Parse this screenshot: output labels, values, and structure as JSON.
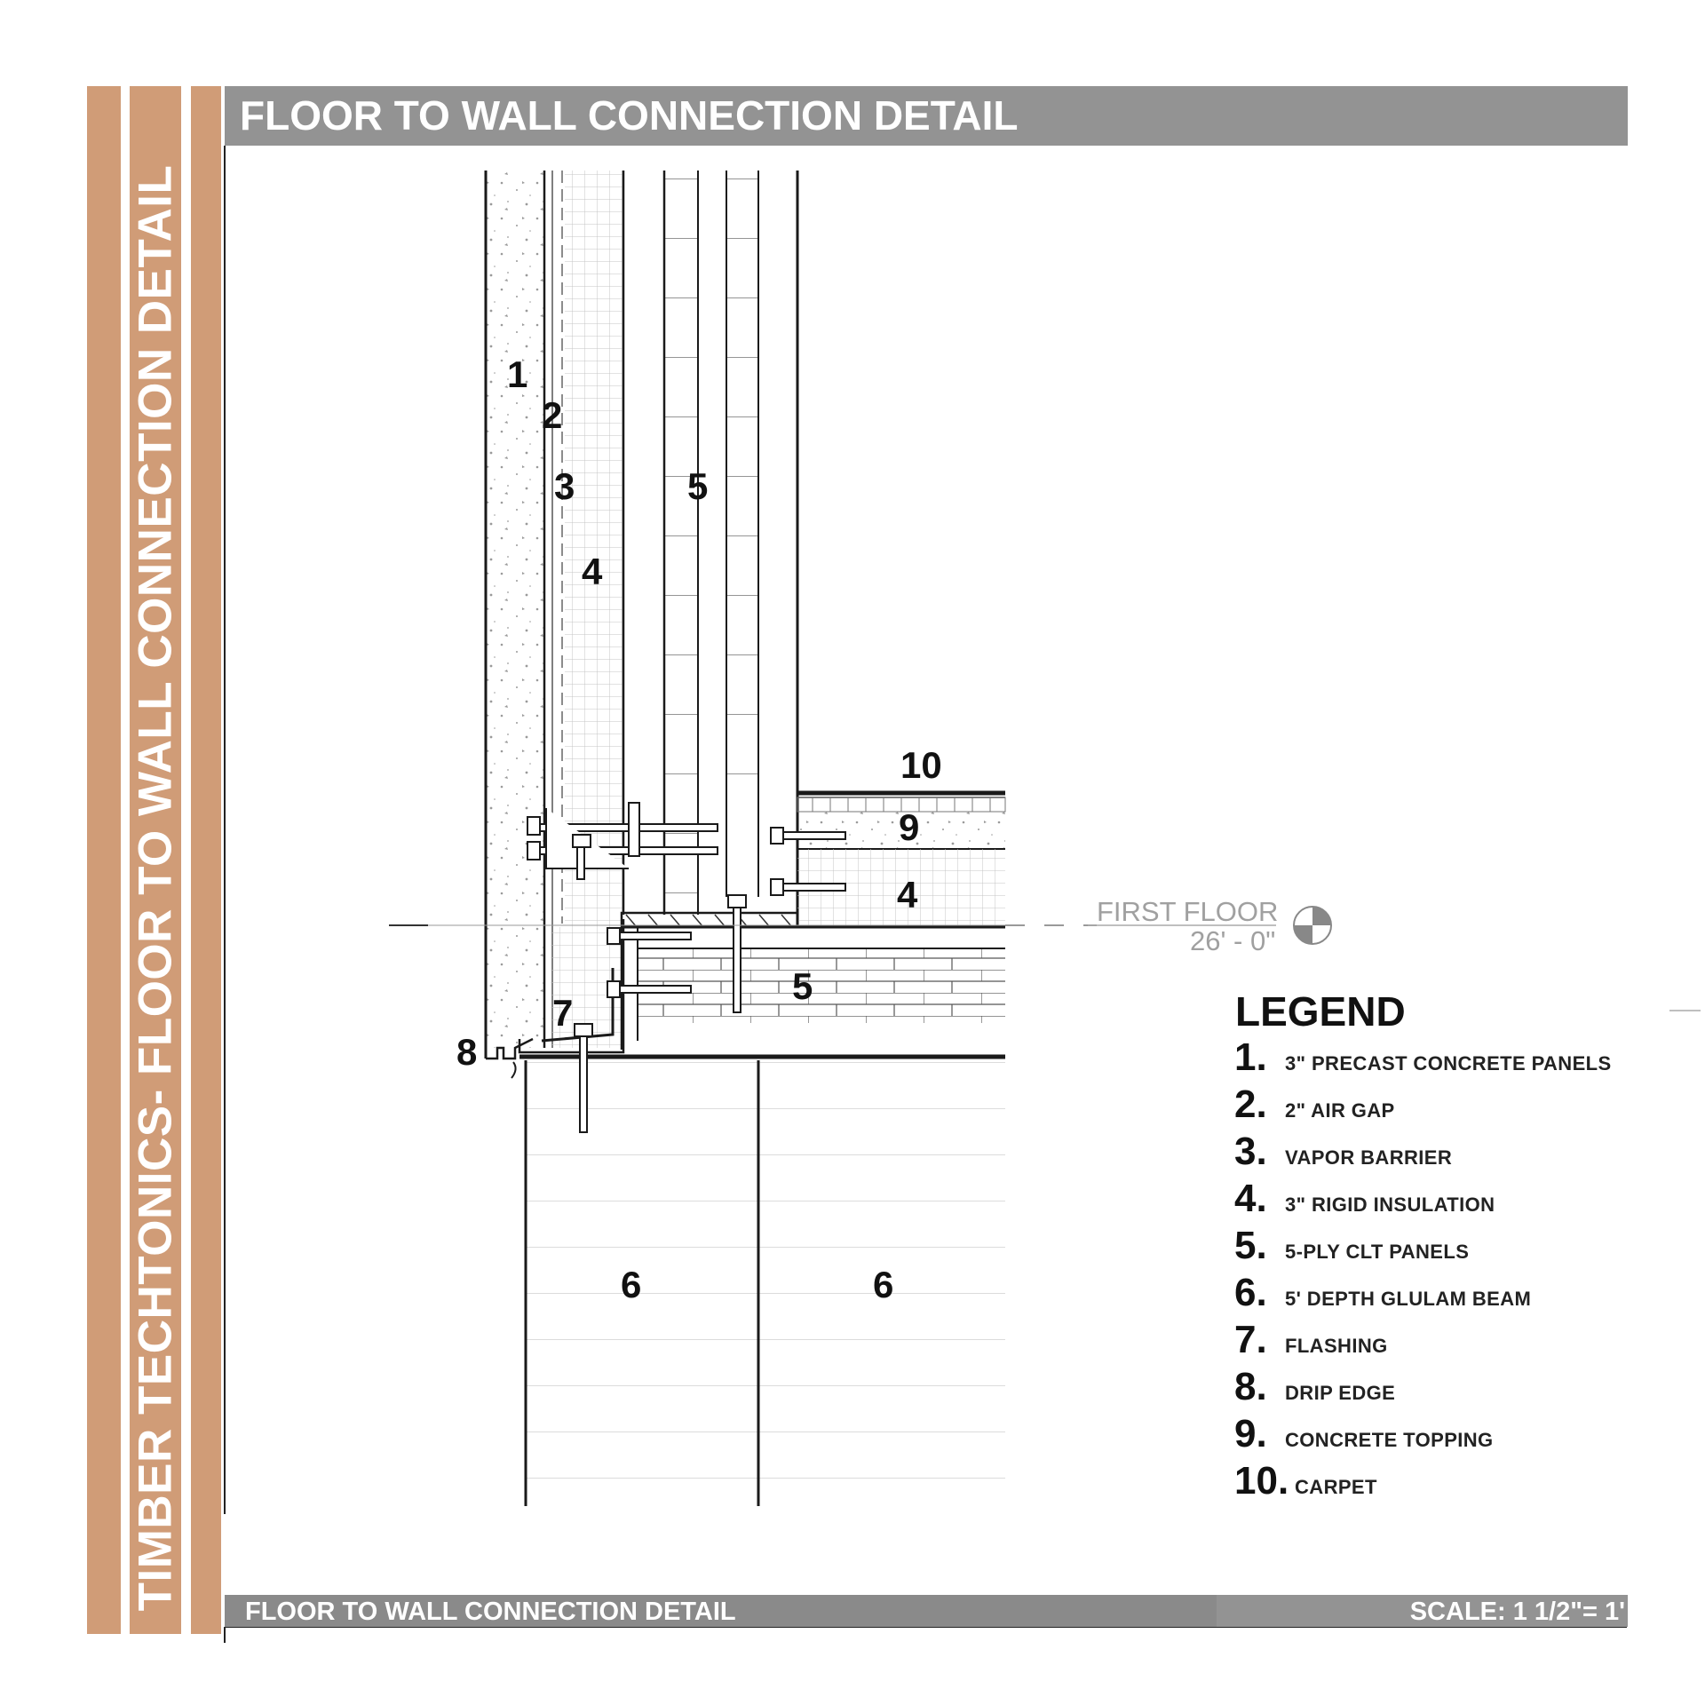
{
  "side_title": "TIMBER TECHTONICS- FLOOR TO WALL CONNECTION DETAIL",
  "header": {
    "title": "FLOOR TO WALL CONNECTION DETAIL"
  },
  "footer": {
    "title": "FLOOR TO WALL CONNECTION DETAIL",
    "scale": "SCALE: 1 1/2\"= 1'"
  },
  "level_marker": {
    "name": "FIRST FLOOR",
    "elevation": "26' - 0\""
  },
  "callouts": [
    "1",
    "2",
    "3",
    "4",
    "5",
    "10",
    "9",
    "4",
    "5",
    "7",
    "8",
    "6",
    "6"
  ],
  "legend": {
    "heading": "LEGEND",
    "items": [
      {
        "num": "1.",
        "label": "3\" PRECAST CONCRETE PANELS"
      },
      {
        "num": "2.",
        "label": "2\" AIR GAP"
      },
      {
        "num": "3.",
        "label": "VAPOR BARRIER"
      },
      {
        "num": "4.",
        "label": "3\" RIGID INSULATION"
      },
      {
        "num": "5.",
        "label": "5-PLY CLT PANELS"
      },
      {
        "num": "6.",
        "label": "5' DEPTH GLULAM BEAM"
      },
      {
        "num": "7.",
        "label": "FLASHING"
      },
      {
        "num": "8.",
        "label": "DRIP EDGE"
      },
      {
        "num": "9.",
        "label": "CONCRETE TOPPING"
      },
      {
        "num": "10.",
        "label": "CARPET"
      }
    ]
  },
  "colors": {
    "accent": "#d09c77",
    "bar": "#939393",
    "line": "#1a1a1a",
    "hatch": "#bfbfbf"
  }
}
